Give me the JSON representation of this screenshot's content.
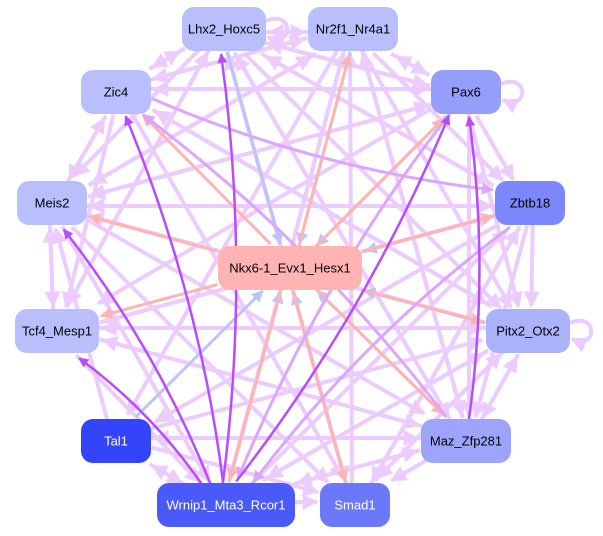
{
  "graph": {
    "title": "Regulatory network",
    "center_node": "Nkx6-1_Evx1_Hesx1",
    "nodes": [
      {
        "id": "Lhx2_Hoxc5",
        "label": "Lhx2_Hoxc5",
        "fill": "#b8bffc",
        "text_color": "#000000"
      },
      {
        "id": "Nr2f1_Nr4a1",
        "label": "Nr2f1_Nr4a1",
        "fill": "#b8bffc",
        "text_color": "#000000"
      },
      {
        "id": "Zic4",
        "label": "Zic4",
        "fill": "#b8bffc",
        "text_color": "#000000"
      },
      {
        "id": "Pax6",
        "label": "Pax6",
        "fill": "#959ffb",
        "text_color": "#000000"
      },
      {
        "id": "Meis2",
        "label": "Meis2",
        "fill": "#b8bffc",
        "text_color": "#000000"
      },
      {
        "id": "Zbtb18",
        "label": "Zbtb18",
        "fill": "#7b87fa",
        "text_color": "#000000"
      },
      {
        "id": "Nkx6-1_Evx1_Hesx1",
        "label": "Nkx6-1_Evx1_Hesx1",
        "fill": "#ffb3b3",
        "text_color": "#000000"
      },
      {
        "id": "Tcf4_Mesp1",
        "label": "Tcf4_Mesp1",
        "fill": "#b8bffc",
        "text_color": "#000000"
      },
      {
        "id": "Pitx2_Otx2",
        "label": "Pitx2_Otx2",
        "fill": "#aab2fb",
        "text_color": "#000000"
      },
      {
        "id": "Tal1",
        "label": "Tal1",
        "fill": "#3344fb",
        "text_color": "#ffffff"
      },
      {
        "id": "Maz_Zfp281",
        "label": "Maz_Zfp281",
        "fill": "#9ca5fb",
        "text_color": "#000000"
      },
      {
        "id": "Wrnip1_Mta3_Rcor1",
        "label": "Wrnip1_Mta3_Rcor1",
        "fill": "#4a5afa",
        "text_color": "#ffffff"
      },
      {
        "id": "Smad1",
        "label": "Smad1",
        "fill": "#6c78fa",
        "text_color": "#ffffff"
      }
    ],
    "edge_colors": {
      "weak": "#ecccff",
      "medium": "#dca6ff",
      "strong": "#b84bff",
      "salmon": "#ffb4b0",
      "blue": "#bcc4f8"
    },
    "edges": [
      {
        "from": "Lhx2_Hoxc5",
        "to": "Nr2f1_Nr4a1",
        "kind": "weak"
      },
      {
        "from": "Nr2f1_Nr4a1",
        "to": "Lhx2_Hoxc5",
        "kind": "weak"
      },
      {
        "from": "Pax6",
        "to": "Pax6",
        "kind": "weak"
      },
      {
        "from": "Pitx2_Otx2",
        "to": "Pitx2_Otx2",
        "kind": "weak"
      },
      {
        "from": "Lhx2_Hoxc5",
        "to": "Lhx2_Hoxc5",
        "kind": "weak"
      },
      {
        "from": "Zic4",
        "to": "Lhx2_Hoxc5",
        "kind": "weak"
      },
      {
        "from": "Lhx2_Hoxc5",
        "to": "Zic4",
        "kind": "weak"
      },
      {
        "from": "Zic4",
        "to": "Meis2",
        "kind": "weak"
      },
      {
        "from": "Meis2",
        "to": "Zic4",
        "kind": "weak"
      },
      {
        "from": "Meis2",
        "to": "Tcf4_Mesp1",
        "kind": "weak"
      },
      {
        "from": "Tcf4_Mesp1",
        "to": "Meis2",
        "kind": "weak"
      },
      {
        "from": "Pax6",
        "to": "Zbtb18",
        "kind": "weak"
      },
      {
        "from": "Zbtb18",
        "to": "Pitx2_Otx2",
        "kind": "weak"
      },
      {
        "from": "Pitx2_Otx2",
        "to": "Maz_Zfp281",
        "kind": "weak"
      },
      {
        "from": "Maz_Zfp281",
        "to": "Pitx2_Otx2",
        "kind": "weak"
      },
      {
        "from": "Wrnip1_Mta3_Rcor1",
        "to": "Smad1",
        "kind": "weak"
      },
      {
        "from": "Tal1",
        "to": "Wrnip1_Mta3_Rcor1",
        "kind": "weak"
      },
      {
        "from": "Maz_Zfp281",
        "to": "Smad1",
        "kind": "weak"
      },
      {
        "from": "Lhx2_Hoxc5",
        "to": "Nkx6-1_Evx1_Hesx1",
        "kind": "blue"
      },
      {
        "from": "Nr2f1_Nr4a1",
        "to": "Nkx6-1_Evx1_Hesx1",
        "kind": "blue"
      },
      {
        "from": "Zbtb18",
        "to": "Nkx6-1_Evx1_Hesx1",
        "kind": "blue"
      },
      {
        "from": "Pitx2_Otx2",
        "to": "Nkx6-1_Evx1_Hesx1",
        "kind": "blue"
      },
      {
        "from": "Tal1",
        "to": "Nkx6-1_Evx1_Hesx1",
        "kind": "blue"
      },
      {
        "from": "Smad1",
        "to": "Nkx6-1_Evx1_Hesx1",
        "kind": "blue"
      },
      {
        "from": "Wrnip1_Mta3_Rcor1",
        "to": "Nkx6-1_Evx1_Hesx1",
        "kind": "blue"
      },
      {
        "from": "Maz_Zfp281",
        "to": "Nkx6-1_Evx1_Hesx1",
        "kind": "blue"
      },
      {
        "from": "Pax6",
        "to": "Nkx6-1_Evx1_Hesx1",
        "kind": "blue"
      },
      {
        "from": "Nkx6-1_Evx1_Hesx1",
        "to": "Zic4",
        "kind": "salmon"
      },
      {
        "from": "Nkx6-1_Evx1_Hesx1",
        "to": "Meis2",
        "kind": "salmon"
      },
      {
        "from": "Nkx6-1_Evx1_Hesx1",
        "to": "Tcf4_Mesp1",
        "kind": "salmon"
      },
      {
        "from": "Nkx6-1_Evx1_Hesx1",
        "to": "Nr2f1_Nr4a1",
        "kind": "salmon"
      },
      {
        "from": "Nkx6-1_Evx1_Hesx1",
        "to": "Pax6",
        "kind": "salmon"
      },
      {
        "from": "Nkx6-1_Evx1_Hesx1",
        "to": "Zbtb18",
        "kind": "salmon"
      },
      {
        "from": "Nkx6-1_Evx1_Hesx1",
        "to": "Pitx2_Otx2",
        "kind": "salmon"
      },
      {
        "from": "Nkx6-1_Evx1_Hesx1",
        "to": "Maz_Zfp281",
        "kind": "salmon"
      },
      {
        "from": "Nkx6-1_Evx1_Hesx1",
        "to": "Smad1",
        "kind": "salmon"
      },
      {
        "from": "Nkx6-1_Evx1_Hesx1",
        "to": "Wrnip1_Mta3_Rcor1",
        "kind": "salmon"
      },
      {
        "from": "Wrnip1_Mta3_Rcor1",
        "to": "Zic4",
        "kind": "strong"
      },
      {
        "from": "Wrnip1_Mta3_Rcor1",
        "to": "Meis2",
        "kind": "strong"
      },
      {
        "from": "Wrnip1_Mta3_Rcor1",
        "to": "Tcf4_Mesp1",
        "kind": "strong"
      },
      {
        "from": "Wrnip1_Mta3_Rcor1",
        "to": "Pax6",
        "kind": "strong"
      },
      {
        "from": "Wrnip1_Mta3_Rcor1",
        "to": "Lhx2_Hoxc5",
        "kind": "strong"
      },
      {
        "from": "Maz_Zfp281",
        "to": "Pax6",
        "kind": "strong"
      },
      {
        "from": "Maz_Zfp281",
        "to": "Zic4",
        "kind": "medium"
      },
      {
        "from": "Zbtb18",
        "to": "Wrnip1_Mta3_Rcor1",
        "kind": "medium"
      },
      {
        "from": "Pax6",
        "to": "Wrnip1_Mta3_Rcor1",
        "kind": "medium"
      },
      {
        "from": "Lhx2_Hoxc5",
        "to": "Pitx2_Otx2",
        "kind": "weak"
      },
      {
        "from": "Lhx2_Hoxc5",
        "to": "Zbtb18",
        "kind": "weak"
      },
      {
        "from": "Lhx2_Hoxc5",
        "to": "Pax6",
        "kind": "weak"
      },
      {
        "from": "Lhx2_Hoxc5",
        "to": "Maz_Zfp281",
        "kind": "weak"
      },
      {
        "from": "Lhx2_Hoxc5",
        "to": "Smad1",
        "kind": "weak"
      },
      {
        "from": "Lhx2_Hoxc5",
        "to": "Tcf4_Mesp1",
        "kind": "weak"
      },
      {
        "from": "Lhx2_Hoxc5",
        "to": "Meis2",
        "kind": "weak"
      },
      {
        "from": "Nr2f1_Nr4a1",
        "to": "Zic4",
        "kind": "weak"
      },
      {
        "from": "Nr2f1_Nr4a1",
        "to": "Meis2",
        "kind": "weak"
      },
      {
        "from": "Nr2f1_Nr4a1",
        "to": "Pax6",
        "kind": "weak"
      },
      {
        "from": "Nr2f1_Nr4a1",
        "to": "Zbtb18",
        "kind": "weak"
      },
      {
        "from": "Nr2f1_Nr4a1",
        "to": "Pitx2_Otx2",
        "kind": "weak"
      },
      {
        "from": "Nr2f1_Nr4a1",
        "to": "Maz_Zfp281",
        "kind": "weak"
      },
      {
        "from": "Nr2f1_Nr4a1",
        "to": "Wrnip1_Mta3_Rcor1",
        "kind": "weak"
      },
      {
        "from": "Nr2f1_Nr4a1",
        "to": "Tal1",
        "kind": "weak"
      },
      {
        "from": "Zic4",
        "to": "Pax6",
        "kind": "weak"
      },
      {
        "from": "Zic4",
        "to": "Zbtb18",
        "kind": "medium"
      },
      {
        "from": "Zic4",
        "to": "Pitx2_Otx2",
        "kind": "weak"
      },
      {
        "from": "Zic4",
        "to": "Nr2f1_Nr4a1",
        "kind": "weak"
      },
      {
        "from": "Zic4",
        "to": "Tcf4_Mesp1",
        "kind": "weak"
      },
      {
        "from": "Zic4",
        "to": "Smad1",
        "kind": "weak"
      },
      {
        "from": "Meis2",
        "to": "Zbtb18",
        "kind": "weak"
      },
      {
        "from": "Meis2",
        "to": "Pax6",
        "kind": "weak"
      },
      {
        "from": "Meis2",
        "to": "Pitx2_Otx2",
        "kind": "weak"
      },
      {
        "from": "Meis2",
        "to": "Maz_Zfp281",
        "kind": "weak"
      },
      {
        "from": "Meis2",
        "to": "Smad1",
        "kind": "weak"
      },
      {
        "from": "Meis2",
        "to": "Nr2f1_Nr4a1",
        "kind": "weak"
      },
      {
        "from": "Meis2",
        "to": "Wrnip1_Mta3_Rcor1",
        "kind": "weak"
      },
      {
        "from": "Tcf4_Mesp1",
        "to": "Pitx2_Otx2",
        "kind": "weak"
      },
      {
        "from": "Tcf4_Mesp1",
        "to": "Zbtb18",
        "kind": "weak"
      },
      {
        "from": "Tcf4_Mesp1",
        "to": "Maz_Zfp281",
        "kind": "weak"
      },
      {
        "from": "Tcf4_Mesp1",
        "to": "Wrnip1_Mta3_Rcor1",
        "kind": "weak"
      },
      {
        "from": "Tcf4_Mesp1",
        "to": "Lhx2_Hoxc5",
        "kind": "weak"
      },
      {
        "from": "Pax6",
        "to": "Zic4",
        "kind": "weak"
      },
      {
        "from": "Pax6",
        "to": "Meis2",
        "kind": "weak"
      },
      {
        "from": "Pax6",
        "to": "Tcf4_Mesp1",
        "kind": "weak"
      },
      {
        "from": "Pax6",
        "to": "Maz_Zfp281",
        "kind": "weak"
      },
      {
        "from": "Pax6",
        "to": "Pitx2_Otx2",
        "kind": "weak"
      },
      {
        "from": "Pax6",
        "to": "Lhx2_Hoxc5",
        "kind": "weak"
      },
      {
        "from": "Pax6",
        "to": "Nr2f1_Nr4a1",
        "kind": "weak"
      },
      {
        "from": "Zbtb18",
        "to": "Meis2",
        "kind": "weak"
      },
      {
        "from": "Zbtb18",
        "to": "Tcf4_Mesp1",
        "kind": "weak"
      },
      {
        "from": "Zbtb18",
        "to": "Maz_Zfp281",
        "kind": "weak"
      },
      {
        "from": "Zbtb18",
        "to": "Smad1",
        "kind": "weak"
      },
      {
        "from": "Zbtb18",
        "to": "Lhx2_Hoxc5",
        "kind": "weak"
      },
      {
        "from": "Zbtb18",
        "to": "Tal1",
        "kind": "weak"
      },
      {
        "from": "Pitx2_Otx2",
        "to": "Tcf4_Mesp1",
        "kind": "weak"
      },
      {
        "from": "Pitx2_Otx2",
        "to": "Meis2",
        "kind": "weak"
      },
      {
        "from": "Pitx2_Otx2",
        "to": "Wrnip1_Mta3_Rcor1",
        "kind": "weak"
      },
      {
        "from": "Pitx2_Otx2",
        "to": "Smad1",
        "kind": "weak"
      },
      {
        "from": "Pitx2_Otx2",
        "to": "Zic4",
        "kind": "weak"
      },
      {
        "from": "Maz_Zfp281",
        "to": "Tal1",
        "kind": "weak"
      },
      {
        "from": "Maz_Zfp281",
        "to": "Wrnip1_Mta3_Rcor1",
        "kind": "weak"
      },
      {
        "from": "Maz_Zfp281",
        "to": "Tcf4_Mesp1",
        "kind": "weak"
      },
      {
        "from": "Maz_Zfp281",
        "to": "Lhx2_Hoxc5",
        "kind": "weak"
      },
      {
        "from": "Maz_Zfp281",
        "to": "Nr2f1_Nr4a1",
        "kind": "weak"
      },
      {
        "from": "Smad1",
        "to": "Nr2f1_Nr4a1",
        "kind": "weak"
      },
      {
        "from": "Smad1",
        "to": "Zbtb18",
        "kind": "weak"
      },
      {
        "from": "Smad1",
        "to": "Pitx2_Otx2",
        "kind": "weak"
      },
      {
        "from": "Smad1",
        "to": "Lhx2_Hoxc5",
        "kind": "weak"
      },
      {
        "from": "Tal1",
        "to": "Smad1",
        "kind": "weak"
      },
      {
        "from": "Tal1",
        "to": "Maz_Zfp281",
        "kind": "weak"
      },
      {
        "from": "Tal1",
        "to": "Pitx2_Otx2",
        "kind": "weak"
      },
      {
        "from": "Tal1",
        "to": "Meis2",
        "kind": "weak"
      },
      {
        "from": "Wrnip1_Mta3_Rcor1",
        "to": "Maz_Zfp281",
        "kind": "weak"
      },
      {
        "from": "Wrnip1_Mta3_Rcor1",
        "to": "Pitx2_Otx2",
        "kind": "weak"
      },
      {
        "from": "Wrnip1_Mta3_Rcor1",
        "to": "Zbtb18",
        "kind": "weak"
      },
      {
        "from": "Wrnip1_Mta3_Rcor1",
        "to": "Nr2f1_Nr4a1",
        "kind": "weak"
      },
      {
        "from": "Wrnip1_Mta3_Rcor1",
        "to": "Tal1",
        "kind": "weak"
      }
    ]
  }
}
